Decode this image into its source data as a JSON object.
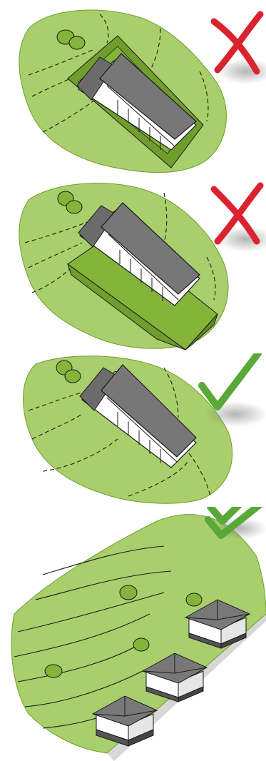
{
  "title": "",
  "panels": [
    {
      "id": "panel-1",
      "verdict": "incorrect",
      "icon": "cross-icon"
    },
    {
      "id": "panel-2",
      "verdict": "incorrect",
      "icon": "cross-icon"
    },
    {
      "id": "panel-3",
      "verdict": "correct",
      "icon": "checkmark-icon"
    },
    {
      "id": "panel-4",
      "verdict": "correct",
      "icon": "checkmark-icon"
    }
  ],
  "colors": {
    "terrain": "#a8cf6b",
    "terrain_dark": "#6f9e2d",
    "cut_slope": "#84b43a",
    "roof": "#707070",
    "wall": "#ffffff",
    "cross": "#d9232e",
    "check": "#59a838",
    "outline": "#1a1a1a"
  }
}
